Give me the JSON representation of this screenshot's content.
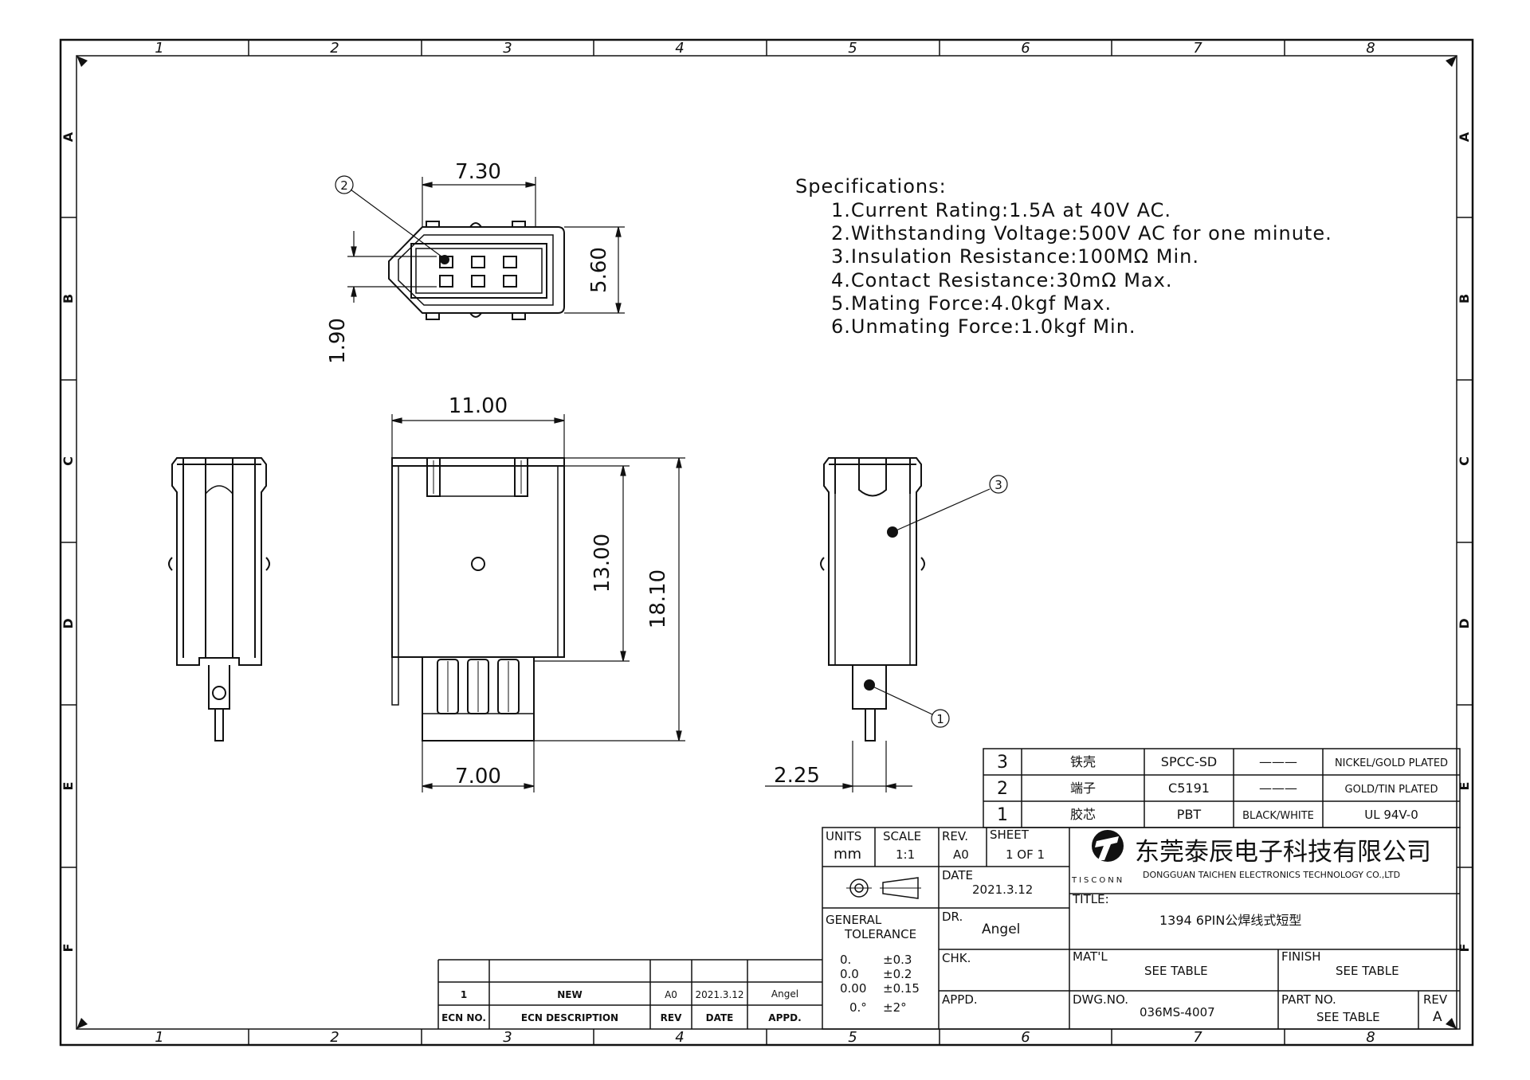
{
  "border": {
    "columns": [
      "1",
      "2",
      "3",
      "4",
      "5",
      "6",
      "7",
      "8"
    ],
    "rows": [
      "A",
      "B",
      "C",
      "D",
      "E",
      "F"
    ]
  },
  "specs": {
    "heading": "Specifications:",
    "items": [
      "1.Current Rating:1.5A at 40V AC.",
      "2.Withstanding Voltage:500V AC for one minute.",
      "3.Insulation Resistance:100MΩ Min.",
      "4.Contact Resistance:30mΩ Max.",
      "5.Mating Force:4.0kgf Max.",
      "6.Unmating Force:1.0kgf Min."
    ]
  },
  "dimensions": {
    "top_width": "7.30",
    "top_height": "5.60",
    "pin_pitch": "1.90",
    "body_width": "11.00",
    "body_height": "13.00",
    "total_height": "18.10",
    "bottom_width": "7.00",
    "pin_offset": "2.25"
  },
  "callouts": {
    "c1": "1",
    "c2": "2",
    "c3": "3"
  },
  "bom": [
    {
      "no": "3",
      "name": "铁壳",
      "material": "SPCC-SD",
      "color": "———",
      "finish": "NICKEL/GOLD PLATED"
    },
    {
      "no": "2",
      "name": "端子",
      "material": "C5191",
      "color": "———",
      "finish": "GOLD/TIN PLATED"
    },
    {
      "no": "1",
      "name": "胶芯",
      "material": "PBT",
      "color": "BLACK/WHITE",
      "finish": "UL 94V-0"
    }
  ],
  "title_block": {
    "units_label": "UNITS",
    "units": "mm",
    "scale_label": "SCALE",
    "scale": "1:1",
    "rev_label": "REV.",
    "rev": "A0",
    "sheet_label": "SHEET",
    "sheet": "1 OF 1",
    "date_label": "DATE",
    "date": "2021.3.12",
    "dr_label": "DR.",
    "dr": "Angel",
    "chk_label": "CHK.",
    "appd_label": "APPD.",
    "tolerance_label_1": "GENERAL",
    "tolerance_label_2": "TOLERANCE",
    "tolerances": [
      {
        "k": "0.",
        "v": "±0.3"
      },
      {
        "k": "0.0",
        "v": "±0.2"
      },
      {
        "k": "0.00",
        "v": "±0.15"
      },
      {
        "k": "0.°",
        "v": "±2°"
      }
    ],
    "company_cn": "东莞泰辰电子科技有限公司",
    "company_en": "DONGGUAN TAICHEN ELECTRONICS TECHNOLOGY CO.,LTD",
    "brand": "TISCONN",
    "title_label": "TITLE:",
    "title": "1394 6PIN公焊线式短型",
    "matl_label": "MAT'L",
    "matl": "SEE TABLE",
    "finish_label": "FINISH",
    "finish": "SEE TABLE",
    "dwg_label": "DWG.NO.",
    "dwg": "036MS-4007",
    "part_label": "PART NO.",
    "part": "SEE TABLE",
    "rev2_label": "REV",
    "rev2": "A"
  },
  "ecn": {
    "headers": [
      "ECN NO.",
      "ECN DESCRIPTION",
      "REV",
      "DATE",
      "APPD."
    ],
    "row": [
      "1",
      "NEW",
      "A0",
      "2021.3.12",
      "Angel"
    ]
  }
}
